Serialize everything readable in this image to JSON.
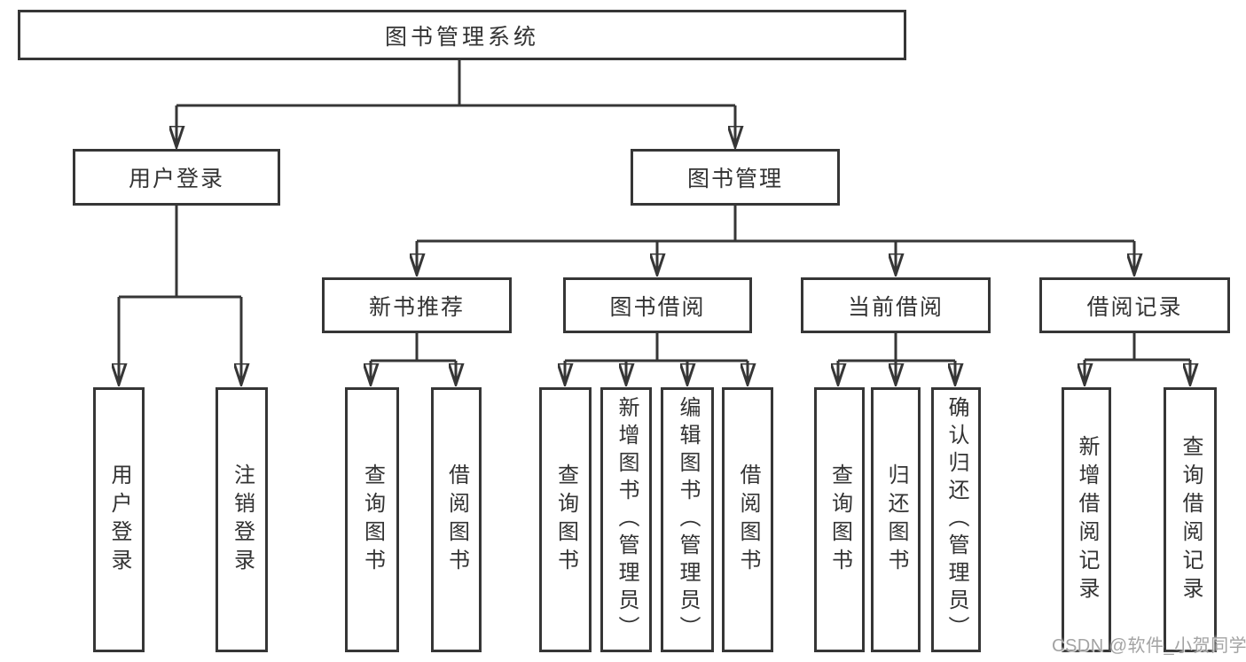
{
  "diagram": {
    "type": "hierarchy-tree",
    "root": {
      "label": "图书管理系统",
      "children": [
        {
          "label": "用户登录",
          "children": [
            {
              "label": "用户登录"
            },
            {
              "label": "注销登录"
            }
          ]
        },
        {
          "label": "图书管理",
          "children": [
            {
              "label": "新书推荐",
              "children": [
                {
                  "label": "查询图书"
                },
                {
                  "label": "借阅图书"
                }
              ]
            },
            {
              "label": "图书借阅",
              "children": [
                {
                  "label": "查询图书"
                },
                {
                  "label": "新增图书（管理员）"
                },
                {
                  "label": "编辑图书（管理员）"
                },
                {
                  "label": "借阅图书"
                }
              ]
            },
            {
              "label": "当前借阅",
              "children": [
                {
                  "label": "查询图书"
                },
                {
                  "label": "归还图书"
                },
                {
                  "label": "确认归还（管理员）"
                }
              ]
            },
            {
              "label": "借阅记录",
              "children": [
                {
                  "label": "新增借阅记录"
                },
                {
                  "label": "查询借阅记录"
                }
              ]
            }
          ]
        }
      ]
    }
  },
  "colors": {
    "line": "#363636",
    "box_border": "#363636",
    "box_fill": "#ffffff",
    "text": "#333333",
    "background": "#ffffff",
    "watermark": "#9e9e9e"
  },
  "watermark": {
    "text": "CSDN @软件_小贺同学"
  }
}
